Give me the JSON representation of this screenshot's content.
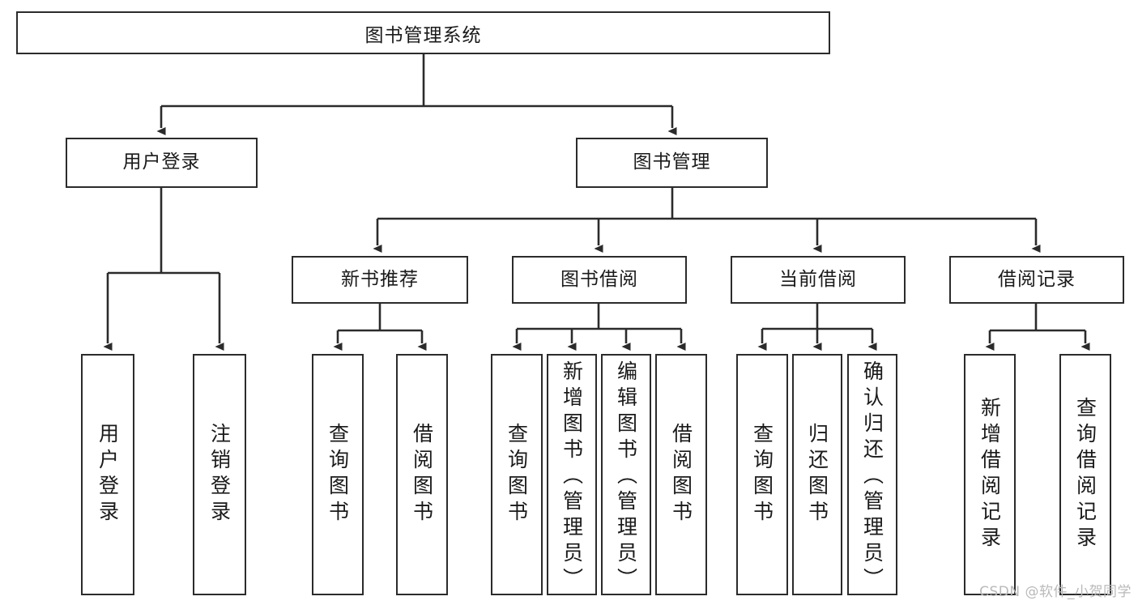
{
  "diagram": {
    "title": "图书管理系统",
    "type": "tree-hierarchy-chart",
    "root": {
      "label": "图书管理系统"
    },
    "level2": [
      {
        "label": "用户登录"
      },
      {
        "label": "图书管理"
      }
    ],
    "level3": [
      {
        "label": "新书推荐"
      },
      {
        "label": "图书借阅"
      },
      {
        "label": "当前借阅"
      },
      {
        "label": "借阅记录"
      }
    ],
    "leaves": {
      "user_login": [
        {
          "label": "用户登录"
        },
        {
          "label": "注销登录"
        }
      ],
      "new_book_recommend": [
        {
          "label": "查询图书"
        },
        {
          "label": "借阅图书"
        }
      ],
      "book_borrow": [
        {
          "label": "查询图书"
        },
        {
          "label": "新增图书（管理员）"
        },
        {
          "label": "编辑图书（管理员）"
        },
        {
          "label": "借阅图书"
        }
      ],
      "current_borrow": [
        {
          "label": "查询图书"
        },
        {
          "label": "归还图书"
        },
        {
          "label": "确认归还（管理员）"
        }
      ],
      "borrow_records": [
        {
          "label": "新增借阅记录"
        },
        {
          "label": "查询借阅记录"
        }
      ]
    }
  },
  "watermark": {
    "text": "CSDN @软件_小贺同学"
  },
  "colors": {
    "stroke": "#2b2b2b",
    "background": "#ffffff",
    "text": "#1a1a1a",
    "watermark": "#b9b9b9"
  }
}
